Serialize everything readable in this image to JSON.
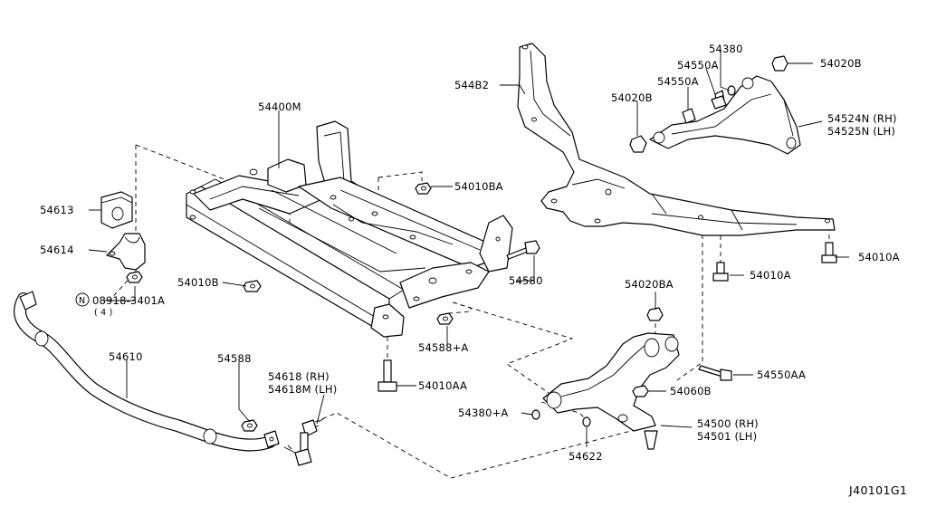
{
  "diagram_id": "J40101G1",
  "callouts": [
    {
      "id": "c-54400M",
      "text": "54400M"
    },
    {
      "id": "c-54613",
      "text": "54613"
    },
    {
      "id": "c-54614",
      "text": "54614"
    },
    {
      "id": "c-08918",
      "text": "08918-3401A"
    },
    {
      "id": "c-08918-prefix",
      "text": "N"
    },
    {
      "id": "c-08918-qty",
      "text": "( 4 )"
    },
    {
      "id": "c-54010B",
      "text": "54010B"
    },
    {
      "id": "c-54010BA",
      "text": "54010BA"
    },
    {
      "id": "c-54580",
      "text": "54580"
    },
    {
      "id": "c-54588A",
      "text": "54588+A"
    },
    {
      "id": "c-54010AA",
      "text": "54010AA"
    },
    {
      "id": "c-54610",
      "text": "54610"
    },
    {
      "id": "c-54588",
      "text": "54588"
    },
    {
      "id": "c-54618rh",
      "text": "54618 (RH)"
    },
    {
      "id": "c-54618lh",
      "text": "54618M (LH)"
    },
    {
      "id": "c-544B2",
      "text": "544B2"
    },
    {
      "id": "c-54380",
      "text": "54380"
    },
    {
      "id": "c-54550A-1",
      "text": "54550A"
    },
    {
      "id": "c-54550A-2",
      "text": "54550A"
    },
    {
      "id": "c-54020B-1",
      "text": "54020B"
    },
    {
      "id": "c-54020B-2",
      "text": "54020B"
    },
    {
      "id": "c-54524N",
      "text": "54524N (RH)"
    },
    {
      "id": "c-54525N",
      "text": "54525N (LH)"
    },
    {
      "id": "c-54010A-1",
      "text": "54010A"
    },
    {
      "id": "c-54010A-2",
      "text": "54010A"
    },
    {
      "id": "c-54020BA",
      "text": "54020BA"
    },
    {
      "id": "c-54550AA",
      "text": "54550AA"
    },
    {
      "id": "c-54060B",
      "text": "54060B"
    },
    {
      "id": "c-54380A",
      "text": "54380+A"
    },
    {
      "id": "c-54500",
      "text": "54500 (RH)"
    },
    {
      "id": "c-54501",
      "text": "54501 (LH)"
    },
    {
      "id": "c-54622",
      "text": "54622"
    }
  ]
}
